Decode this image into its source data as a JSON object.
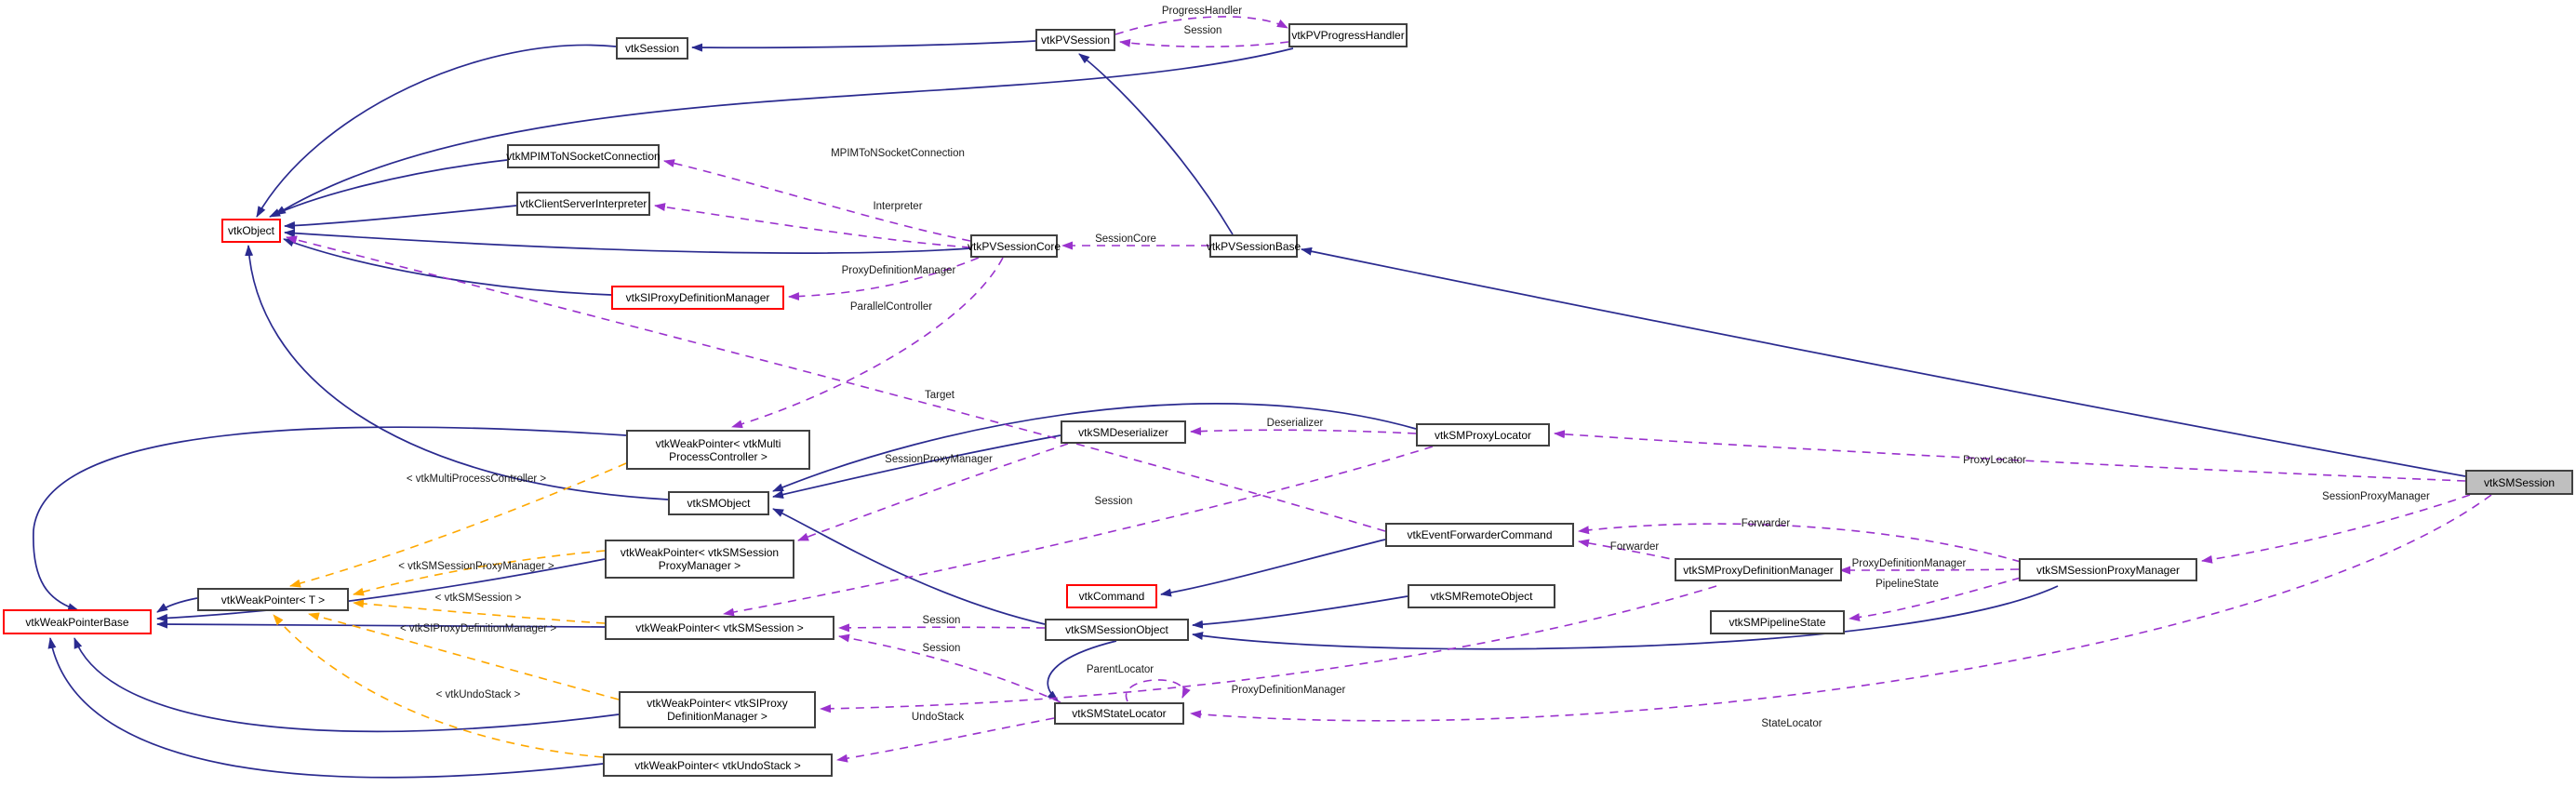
{
  "diagram": {
    "title": "vtkSMSession collaboration graph",
    "colors": {
      "inheritance_edge": "#2a2a8f",
      "usage_edge": "#9a32cd",
      "template_edge": "#ffa800",
      "node_border": "#404040",
      "truncated_node_border": "#ff0000",
      "focus_node_fill": "#bfbfbf",
      "background": "#ffffff"
    },
    "nodes": [
      {
        "id": "vtkSession",
        "lines": [
          "vtkSession"
        ]
      },
      {
        "id": "vtkPVSession",
        "lines": [
          "vtkPVSession"
        ]
      },
      {
        "id": "vtkPVProgressHandler",
        "lines": [
          "vtkPVProgressHandler"
        ]
      },
      {
        "id": "vtkMPIMToNSocketConnection",
        "lines": [
          "vtkMPIMToNSocketConnection"
        ]
      },
      {
        "id": "vtkClientServerInterpreter",
        "lines": [
          "vtkClientServerInterpreter"
        ]
      },
      {
        "id": "vtkObject",
        "lines": [
          "vtkObject"
        ]
      },
      {
        "id": "vtkPVSessionCore",
        "lines": [
          "vtkPVSessionCore"
        ]
      },
      {
        "id": "vtkPVSessionBase",
        "lines": [
          "vtkPVSessionBase"
        ]
      },
      {
        "id": "vtkSIProxyDefinitionManager",
        "lines": [
          "vtkSIProxyDefinitionManager"
        ]
      },
      {
        "id": "vtkWeakPointer-vtkMultiProcessController",
        "lines": [
          "vtkWeakPointer< vtkMulti",
          "ProcessController >"
        ]
      },
      {
        "id": "vtkSMDeserializer",
        "lines": [
          "vtkSMDeserializer"
        ]
      },
      {
        "id": "vtkSMProxyLocator",
        "lines": [
          "vtkSMProxyLocator"
        ]
      },
      {
        "id": "vtkSMObject",
        "lines": [
          "vtkSMObject"
        ]
      },
      {
        "id": "vtkWeakPointer-vtkSMSessionProxyManager",
        "lines": [
          "vtkWeakPointer< vtkSMSession",
          "ProxyManager >"
        ]
      },
      {
        "id": "vtkEventForwarderCommand",
        "lines": [
          "vtkEventForwarderCommand"
        ]
      },
      {
        "id": "vtkCommand",
        "lines": [
          "vtkCommand"
        ]
      },
      {
        "id": "vtkSMRemoteObject",
        "lines": [
          "vtkSMRemoteObject"
        ]
      },
      {
        "id": "vtkSMProxyDefinitionManager",
        "lines": [
          "vtkSMProxyDefinitionManager"
        ]
      },
      {
        "id": "vtkSMSessionProxyManager",
        "lines": [
          "vtkSMSessionProxyManager"
        ]
      },
      {
        "id": "vtkSMSession",
        "lines": [
          "vtkSMSession"
        ]
      },
      {
        "id": "vtkWeakPointerBase",
        "lines": [
          "vtkWeakPointerBase"
        ]
      },
      {
        "id": "vtkWeakPointer-T",
        "lines": [
          "vtkWeakPointer< T >"
        ]
      },
      {
        "id": "vtkWeakPointer-vtkSMSession",
        "lines": [
          "vtkWeakPointer< vtkSMSession >"
        ]
      },
      {
        "id": "vtkSMSessionObject",
        "lines": [
          "vtkSMSessionObject"
        ]
      },
      {
        "id": "vtkSMPipelineState",
        "lines": [
          "vtkSMPipelineState"
        ]
      },
      {
        "id": "vtkWeakPointer-vtkSIProxyDefinitionManager",
        "lines": [
          "vtkWeakPointer< vtkSIProxy",
          "DefinitionManager >"
        ]
      },
      {
        "id": "vtkSMStateLocator",
        "lines": [
          "vtkSMStateLocator"
        ]
      },
      {
        "id": "vtkWeakPointer-vtkUndoStack",
        "lines": [
          "vtkWeakPointer< vtkUndoStack >"
        ]
      }
    ],
    "edge_labels": [
      {
        "text": "ProgressHandler"
      },
      {
        "text": "Session"
      },
      {
        "text": "MPIMToNSocketConnection"
      },
      {
        "text": "Interpreter"
      },
      {
        "text": "SessionCore"
      },
      {
        "text": "ProxyDefinitionManager"
      },
      {
        "text": "ParallelController"
      },
      {
        "text": "Target"
      },
      {
        "text": "Deserializer"
      },
      {
        "text": "SessionProxyManager"
      },
      {
        "text": "ProxyLocator"
      },
      {
        "text": "Session"
      },
      {
        "text": "SessionProxyManager"
      },
      {
        "text": "Forwarder"
      },
      {
        "text": "Forwarder"
      },
      {
        "text": "ProxyDefinitionManager"
      },
      {
        "text": "PipelineState"
      },
      {
        "text": "< vtkMultiProcessController >"
      },
      {
        "text": "< vtkSMSessionProxyManager >"
      },
      {
        "text": "< vtkSMSession >"
      },
      {
        "text": "< vtkSIProxyDefinitionManager >"
      },
      {
        "text": "< vtkUndoStack >"
      },
      {
        "text": "Session"
      },
      {
        "text": "Session"
      },
      {
        "text": "ParentLocator"
      },
      {
        "text": "ProxyDefinitionManager"
      },
      {
        "text": "UndoStack"
      },
      {
        "text": "StateLocator"
      }
    ]
  }
}
